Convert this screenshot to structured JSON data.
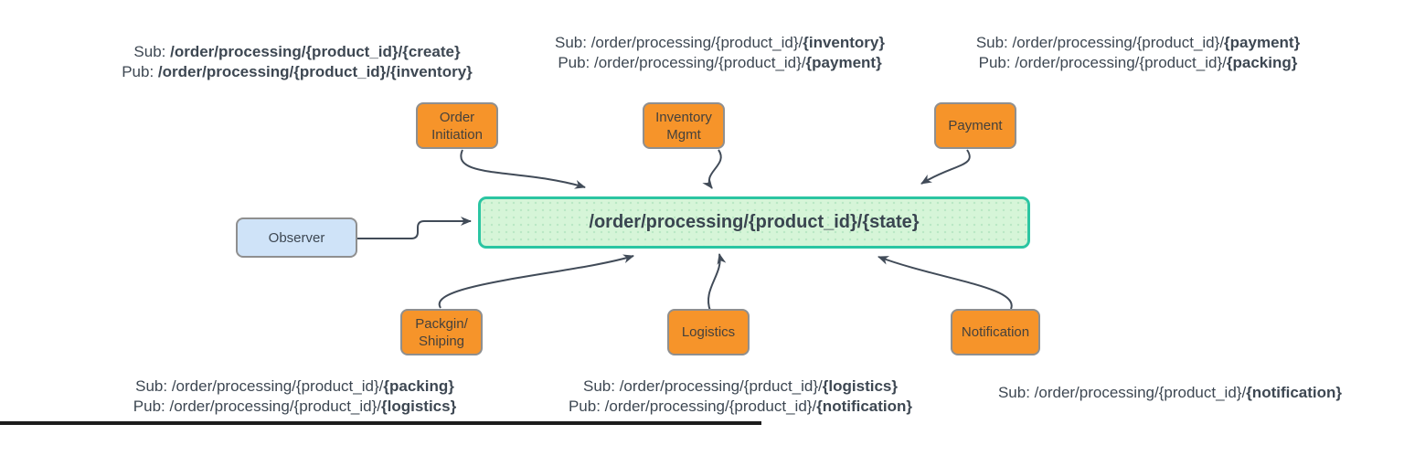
{
  "colors": {
    "service_fill": "#f6942a",
    "service_border": "#8f8f8f",
    "observer_fill": "#cfe3f8",
    "observer_border": "#8f8f8f",
    "topic_fill": "#d6f5d8",
    "topic_dot": "#b9e7c4",
    "topic_border": "#2bc5a2",
    "topic_text": "#3a4550",
    "text": "#3d4752",
    "arrow": "#414b58",
    "artifact": "#1c1c1c"
  },
  "topic_bar": {
    "label": "/order/processing/{product_id}/{state}"
  },
  "observer": {
    "label": "Observer"
  },
  "services": {
    "order_initiation": {
      "line1": "Order",
      "line2": "Initiation"
    },
    "inventory_mgmt": {
      "line1": "Inventory",
      "line2": "Mgmt"
    },
    "payment": {
      "line1": "Payment",
      "line2": ""
    },
    "packgin_shiping": {
      "line1": "Packgin/",
      "line2": "Shiping"
    },
    "logistics": {
      "line1": "Logistics",
      "line2": ""
    },
    "notification": {
      "line1": "Notification",
      "line2": ""
    }
  },
  "annotations": {
    "top_left": {
      "line1": {
        "pre": "Sub: ",
        "bold": "/order/processing/{product_id}/{create}"
      },
      "line2": {
        "pre": "Pub: ",
        "bold": "/order/processing/{product_id}/{inventory}"
      }
    },
    "top_middle": {
      "line1": {
        "pre": "Sub: /order/processing/{product_id}/",
        "bold": "{inventory}"
      },
      "line2": {
        "pre": "Pub: /order/processing/{product_id}/",
        "bold": "{payment}"
      }
    },
    "top_right": {
      "line1": {
        "pre": "Sub: /order/processing/{product_id}/",
        "bold": "{payment}"
      },
      "line2": {
        "pre": "Pub: /order/processing/{product_id}/",
        "bold": "{packing}"
      }
    },
    "bottom_left": {
      "line1": {
        "pre": "Sub: /order/processing/{product_id}/",
        "bold": "{packing}"
      },
      "line2": {
        "pre": "Pub: /order/processing/{product_id}/",
        "bold": "{logistics}"
      }
    },
    "bottom_middle": {
      "line1": {
        "pre": "Sub: /order/processing/{prduct_id}/",
        "bold": "{logistics}"
      },
      "line2": {
        "pre": "Pub: /order/processing/{product_id}/",
        "bold": "{notification}"
      }
    },
    "bottom_right": {
      "line1": {
        "pre": "Sub: /order/processing/{product_id}/",
        "bold": "{notification}"
      }
    }
  }
}
